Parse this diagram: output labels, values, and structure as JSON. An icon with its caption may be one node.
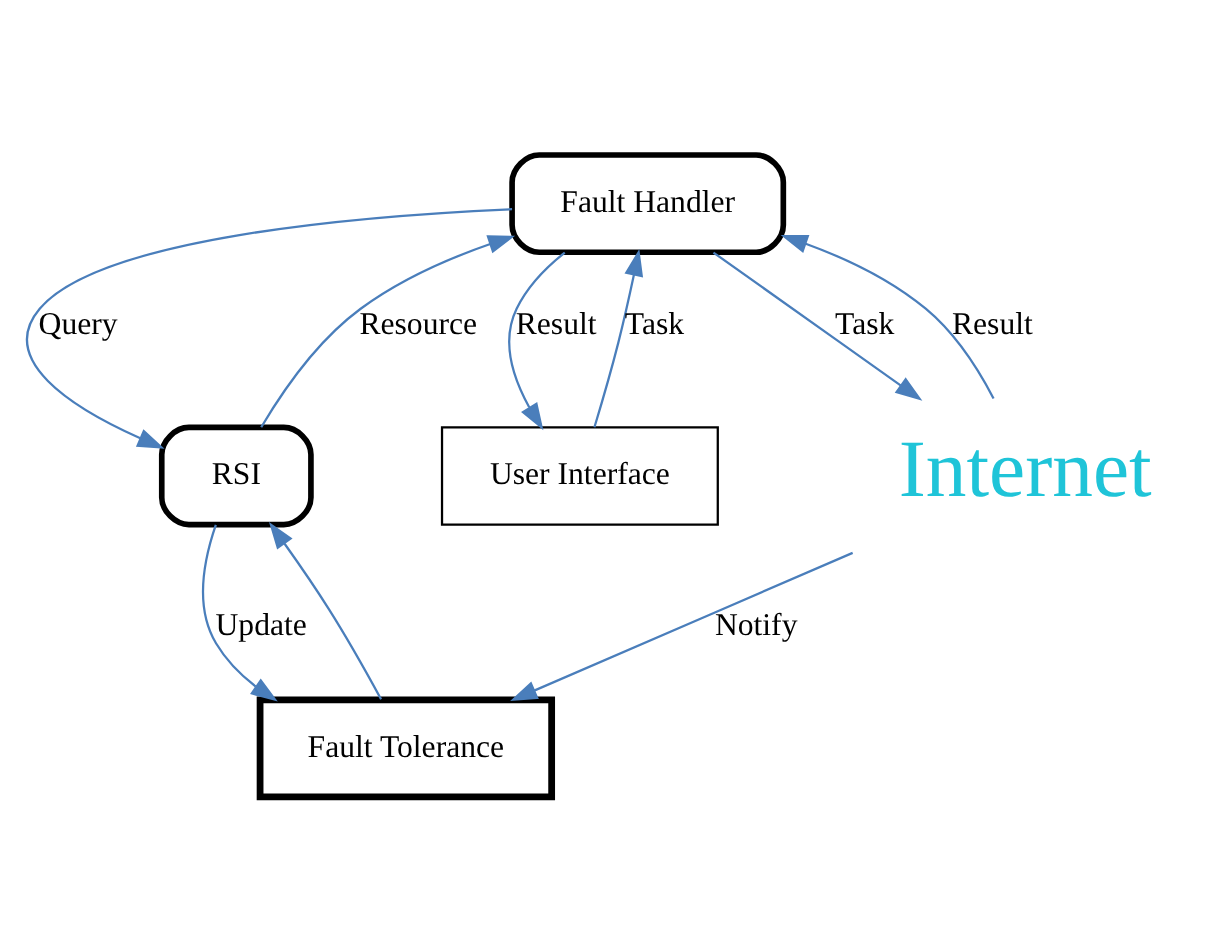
{
  "diagram": {
    "nodes": [
      {
        "text": [
          "Fault Handler"
        ]
      },
      {
        "text": [
          "RSI"
        ]
      },
      {
        "text": [
          "User Interface"
        ]
      },
      {
        "text": [
          "Fault Tolerance"
        ]
      },
      {
        "text": [
          "Internet"
        ]
      }
    ],
    "edges": [
      {
        "from": 0,
        "to": 2,
        "arrow": "to",
        "label": "Result"
      },
      {
        "from": 2,
        "to": 0,
        "arrow": "to",
        "label": "Task"
      },
      {
        "from": 0,
        "to": 4,
        "arrow": "to",
        "label": "Task"
      },
      {
        "from": 4,
        "to": 0,
        "arrow": "to",
        "label": "Result"
      },
      {
        "from": 0,
        "to": 1,
        "arrow": "to",
        "label": "Query"
      },
      {
        "from": 1,
        "to": 0,
        "arrow": "to",
        "label": "Resource"
      },
      {
        "from": 1,
        "to": 3,
        "arrow": "to",
        "label": "Update"
      },
      {
        "from": 3,
        "to": 1,
        "arrow": "to"
      },
      {
        "from": 4,
        "to": 3,
        "arrow": "to",
        "label": "Notify"
      }
    ]
  }
}
